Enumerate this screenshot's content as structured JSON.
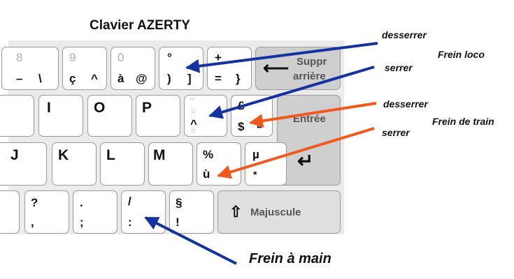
{
  "title": "Clavier AZERTY",
  "keys": {
    "k8": {
      "top": "8",
      "b1": "–",
      "b2": "\\"
    },
    "k9": {
      "top": "9",
      "b1": "ç",
      "b2": "^"
    },
    "k0": {
      "top": "0",
      "b1": "à",
      "b2": "@"
    },
    "kparen": {
      "top": "°",
      "b1": ")",
      "b2": "]"
    },
    "kplus": {
      "top": "+",
      "b1": "=",
      "b2": "}"
    },
    "suppr": {
      "line1": "Suppr",
      "line2": "arrière"
    },
    "i": "I",
    "o": "O",
    "p": "P",
    "kcirc": {
      "top": "¨",
      "bottom": "^"
    },
    "kdollar": {
      "top": "£",
      "b1": "$",
      "b2": "¤"
    },
    "entree": "Entrée",
    "j": "J",
    "k": "K",
    "l": "L",
    "m": "M",
    "kpercent": {
      "top": "%",
      "bottom": "ù"
    },
    "kmu": {
      "top": "µ",
      "bottom": "*"
    },
    "kquestion": {
      "top": "?",
      "bottom": ","
    },
    "kdot": {
      "top": ".",
      "bottom": ";"
    },
    "kslash": {
      "top": "/",
      "bottom": ":"
    },
    "ksection": {
      "top": "§",
      "bottom": "!"
    },
    "majuscule": "Majuscule"
  },
  "annotations": {
    "loco_desserrer": "desserrer",
    "loco_label": "Frein loco",
    "loco_serrer": "serrer",
    "train_desserrer": "desserrer",
    "train_label": "Frein de train",
    "train_serrer": "serrer",
    "hand": "Frein à main"
  },
  "colors": {
    "blue_arrow": "#1432a0",
    "orange_arrow": "#f05a1e",
    "keyboard_bg": "#ebebeb"
  },
  "icons": {
    "backspace": "left-arrow-icon",
    "enter": "return-arrow-icon",
    "shift": "shift-arrow-icon"
  }
}
